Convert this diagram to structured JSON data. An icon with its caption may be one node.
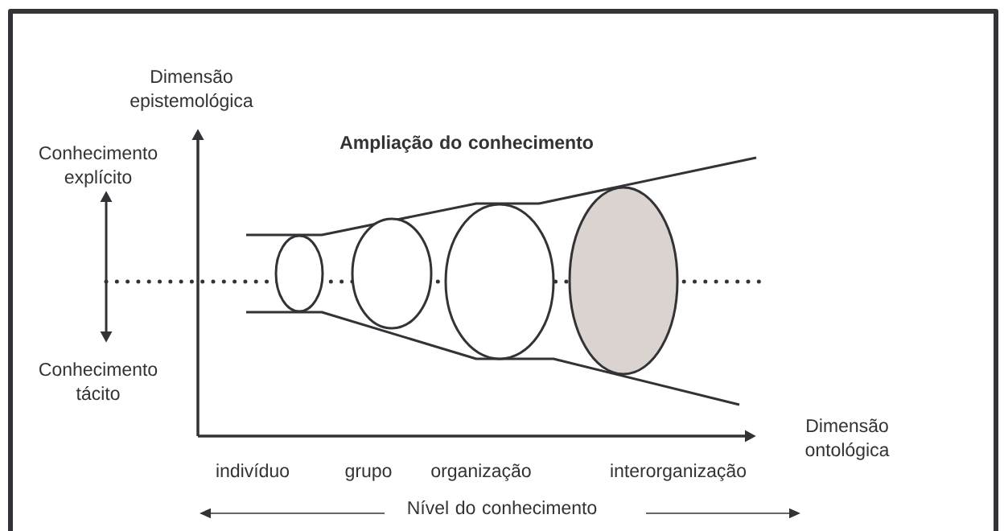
{
  "diagram": {
    "nodes": [
      {
        "text": [],
        "shape": "ellipse"
      },
      {
        "text": [],
        "shape": "ellipse"
      },
      {
        "text": [],
        "shape": "ellipse"
      },
      {
        "text": [],
        "shape": "ellipse"
      }
    ],
    "labels": [
      "Dimensão epistemológica",
      "Conhecimento explícito",
      "Ampliação do conhecimento",
      "Conhecimento tácito",
      "Dimensão ontológica",
      "indivíduo",
      "grupo",
      "organização",
      "interorganização",
      "Nível do conhecimento"
    ]
  }
}
